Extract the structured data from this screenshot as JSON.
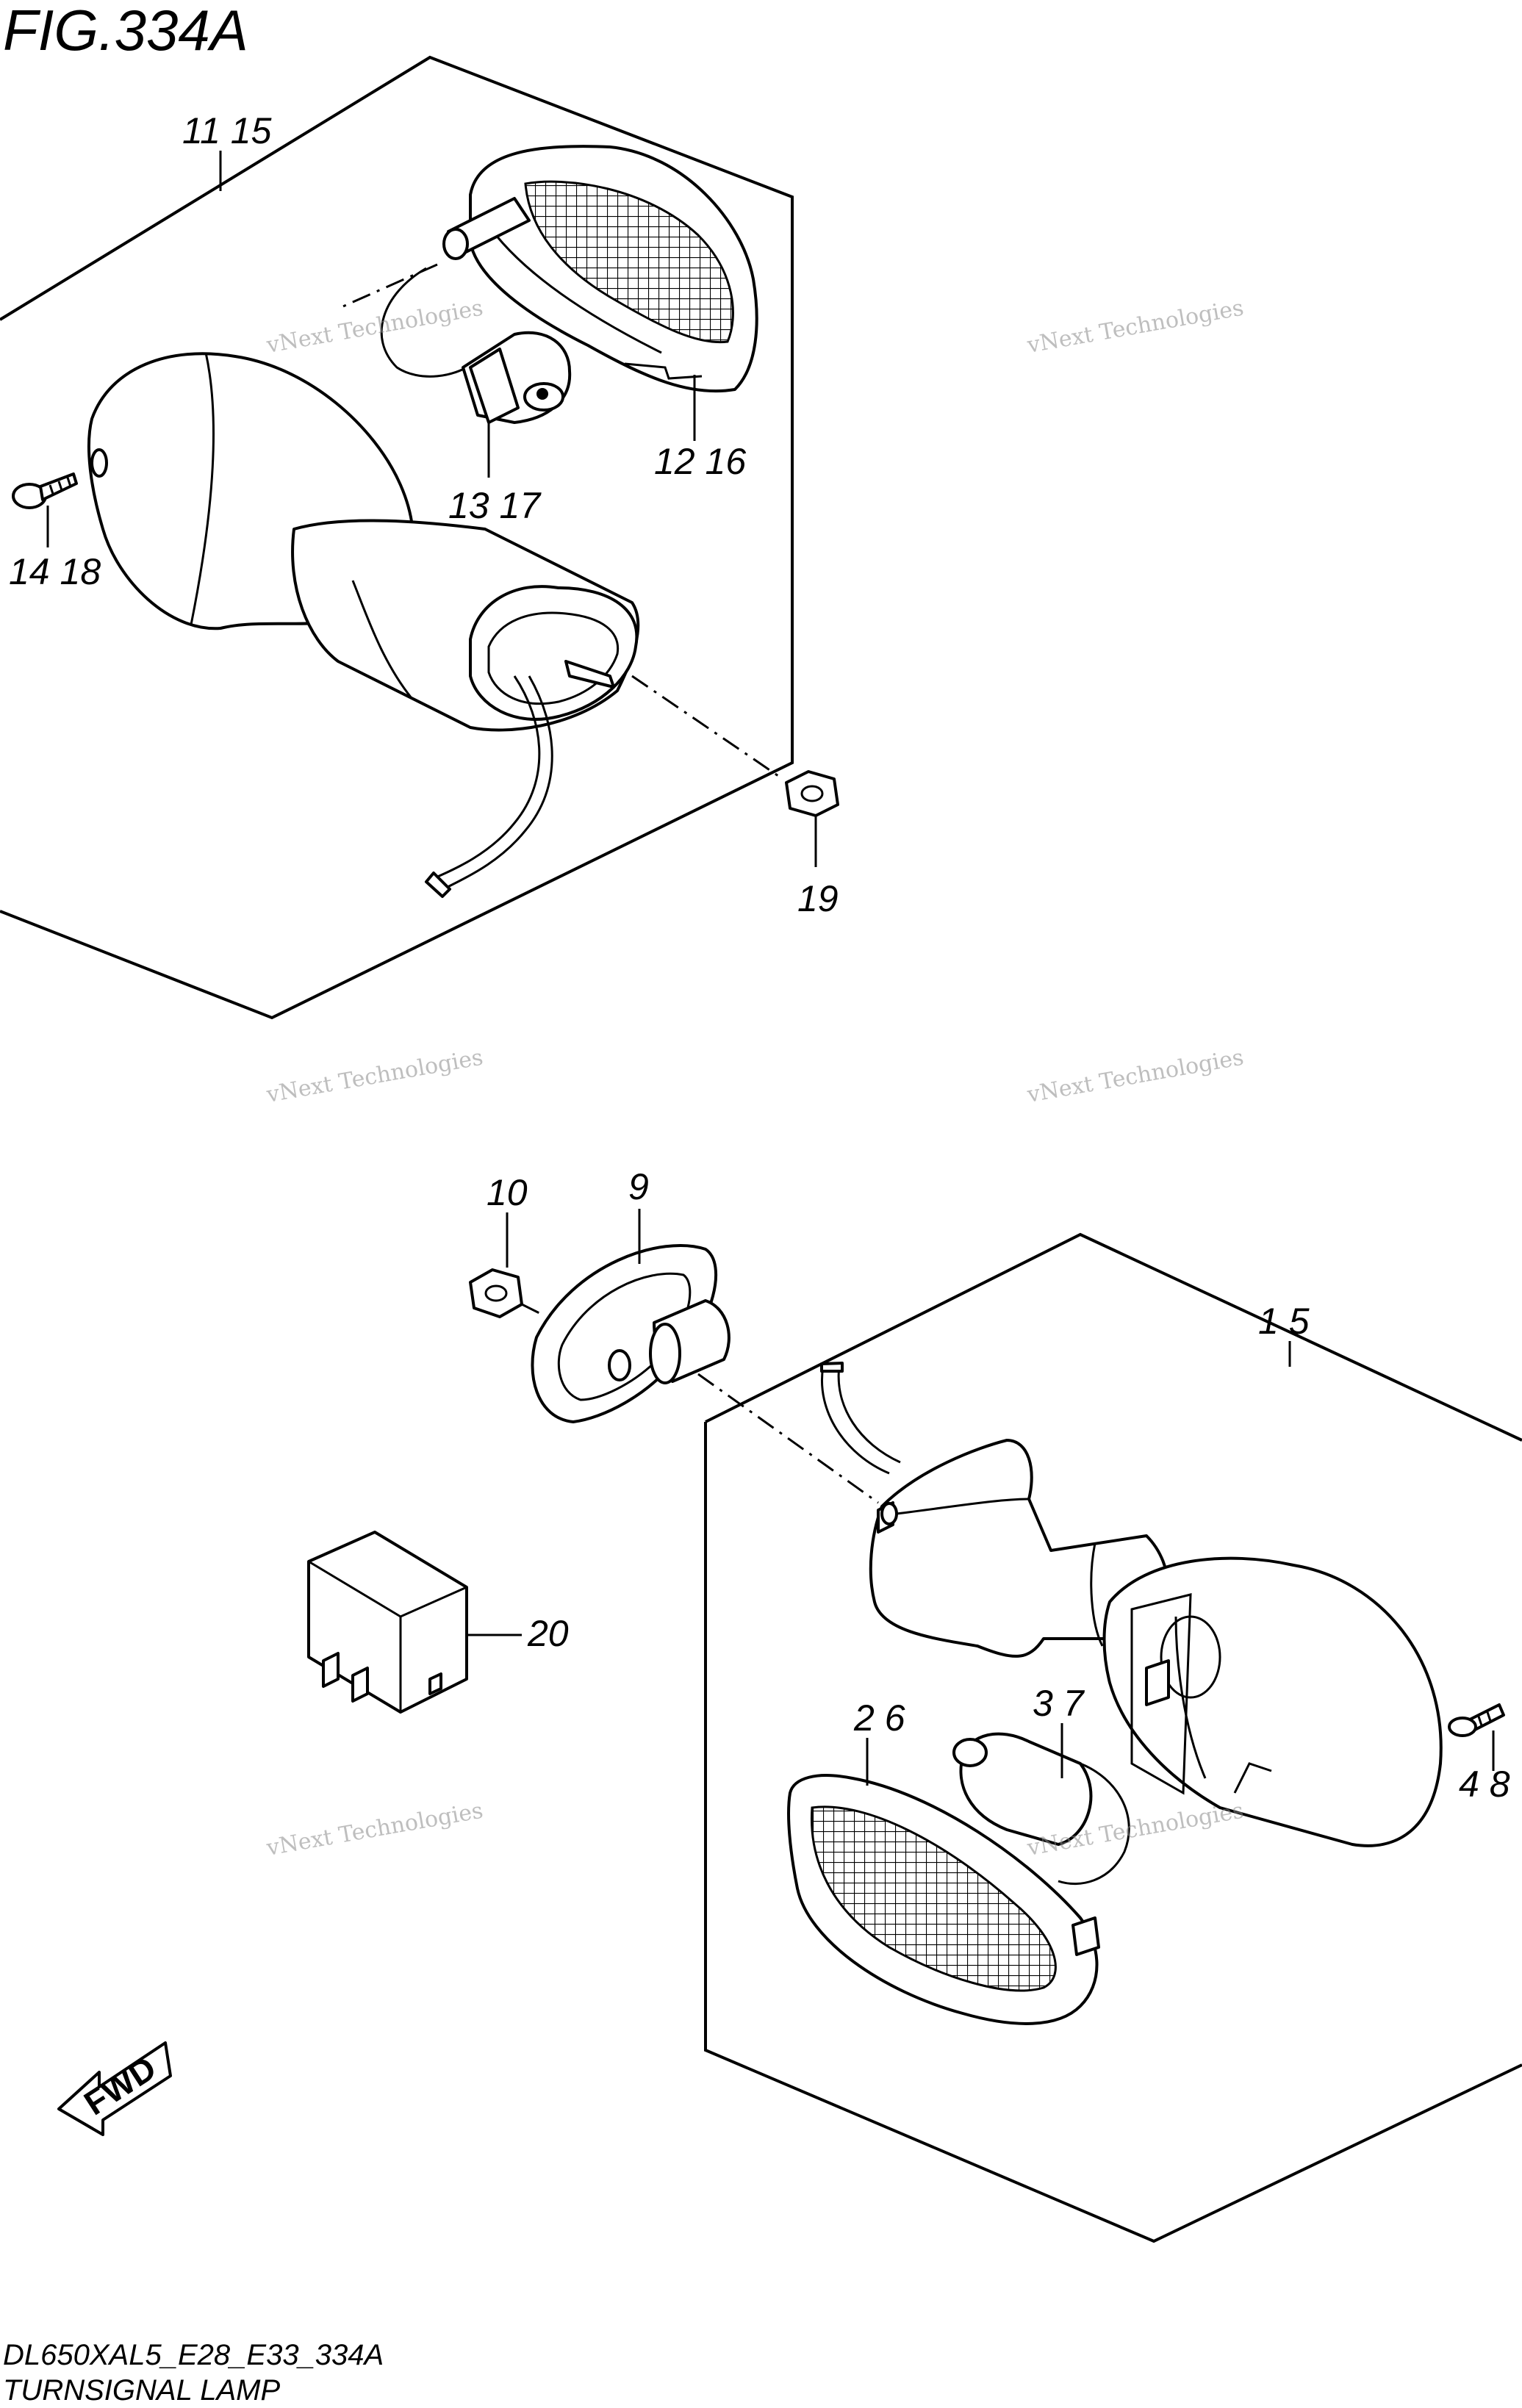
{
  "figure": {
    "title": "FIG.334A",
    "code": "DL650XAL5_E28_E33_334A",
    "name": "TURNSIGNAL LAMP"
  },
  "callouts": {
    "c_11_15": "11 15",
    "c_12_16": "12 16",
    "c_13_17": "13 17",
    "c_14_18": "14 18",
    "c_19": "19",
    "c_10": "10",
    "c_9": "9",
    "c_1_5": "1 5",
    "c_20": "20",
    "c_2_6": "2 6",
    "c_3_7": "3 7",
    "c_4_8": "4 8"
  },
  "fwd_label": "FWD",
  "watermark": {
    "line1": "vNext Technologies",
    "line2": "vNext",
    "line3": "Technologies"
  }
}
